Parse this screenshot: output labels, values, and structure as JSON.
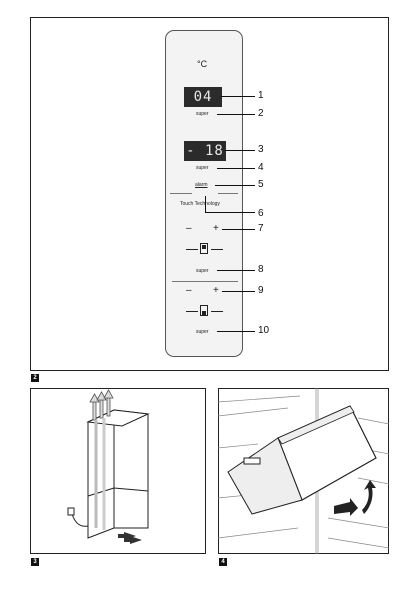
{
  "figure2": {
    "number": "2",
    "unit_symbol": "°C",
    "display_fridge": "04",
    "super_fridge": "super",
    "display_freezer": "- 18",
    "super_freezer": "super",
    "alarm_label": "alarm",
    "touch_label": "Touch Technology",
    "fridge_minus": "–",
    "fridge_plus": "+",
    "super_lower": "super",
    "freezer_minus": "–",
    "freezer_plus": "+",
    "super_bottom": "super",
    "callouts": [
      "1",
      "2",
      "3",
      "4",
      "5",
      "6",
      "7",
      "8",
      "9",
      "10"
    ]
  },
  "figure3": {
    "number": "3"
  },
  "figure4": {
    "number": "4"
  }
}
